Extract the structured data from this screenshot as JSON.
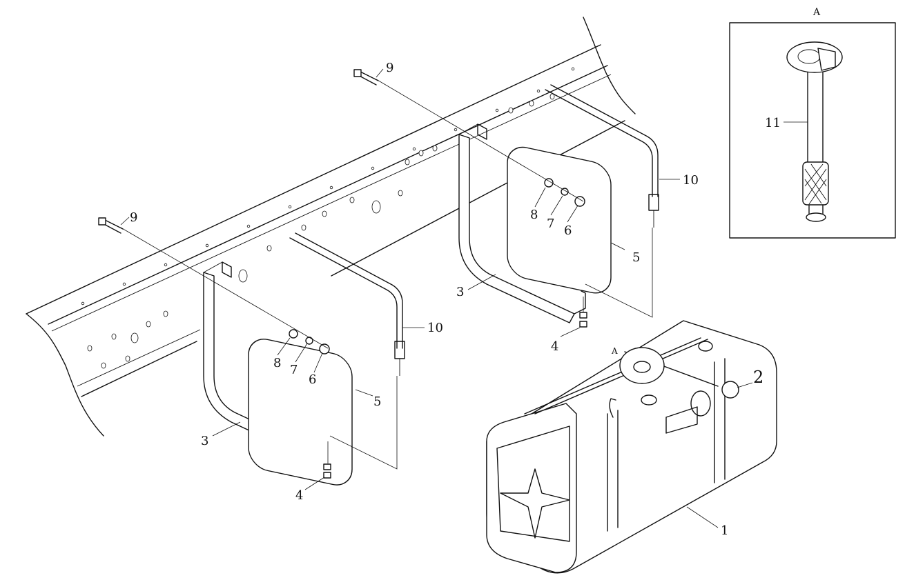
{
  "callouts": {
    "detail_view": "A",
    "detail_marker": "A",
    "tank": "1",
    "cap": "2",
    "bracket_left": "3",
    "bracket_right": "3",
    "nut_left": "4",
    "nut_right": "4",
    "pad_left": "5",
    "pad_right": "5",
    "nut6_left": "6",
    "nut6_right": "6",
    "washer7_left": "7",
    "washer7_right": "7",
    "washer8_left": "8",
    "washer8_right": "8",
    "bolt_left": "9",
    "bolt_right": "9",
    "strap_left": "10",
    "strap_right": "10",
    "sender": "11"
  }
}
